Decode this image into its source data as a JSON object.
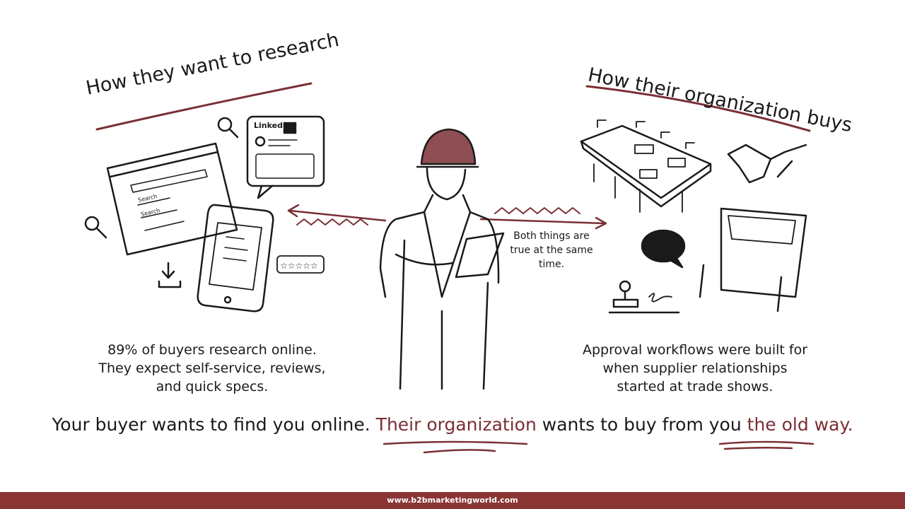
{
  "colors": {
    "accent": "#7a2f35",
    "footer": "#8b3535",
    "ink": "#1a1a1a"
  },
  "left": {
    "heading": "How they want to research",
    "caption": [
      "89% of buyers research online.",
      "They expect self-service, reviews,",
      "and quick specs."
    ],
    "linkedin_label": "Linked",
    "search_labels": [
      "Search",
      "Search"
    ]
  },
  "right": {
    "heading": "How their organization buys",
    "caption": [
      "Approval workflows were built for",
      "when supplier relationships",
      "started at trade shows."
    ]
  },
  "center": {
    "note": [
      "Both things are",
      "true at the same",
      "time."
    ]
  },
  "bottom": {
    "part1": "Your buyer wants to find you online. ",
    "part2": "Their organization",
    "part3": " wants to buy from you ",
    "part4": "the old way",
    "part5": "."
  },
  "footer": {
    "url": "www.b2bmarketingworld.com"
  },
  "icons": [
    "magnifier-icon",
    "browser-window-icon",
    "linkedin-card-icon",
    "smartphone-icon",
    "download-icon",
    "star-rating-icon",
    "worker-with-tablet",
    "conference-table-icon",
    "handshake-icon",
    "speech-bubble-icon",
    "stamp-icon",
    "trade-show-booth-icon",
    "arrow-left-icon",
    "arrow-right-icon"
  ]
}
